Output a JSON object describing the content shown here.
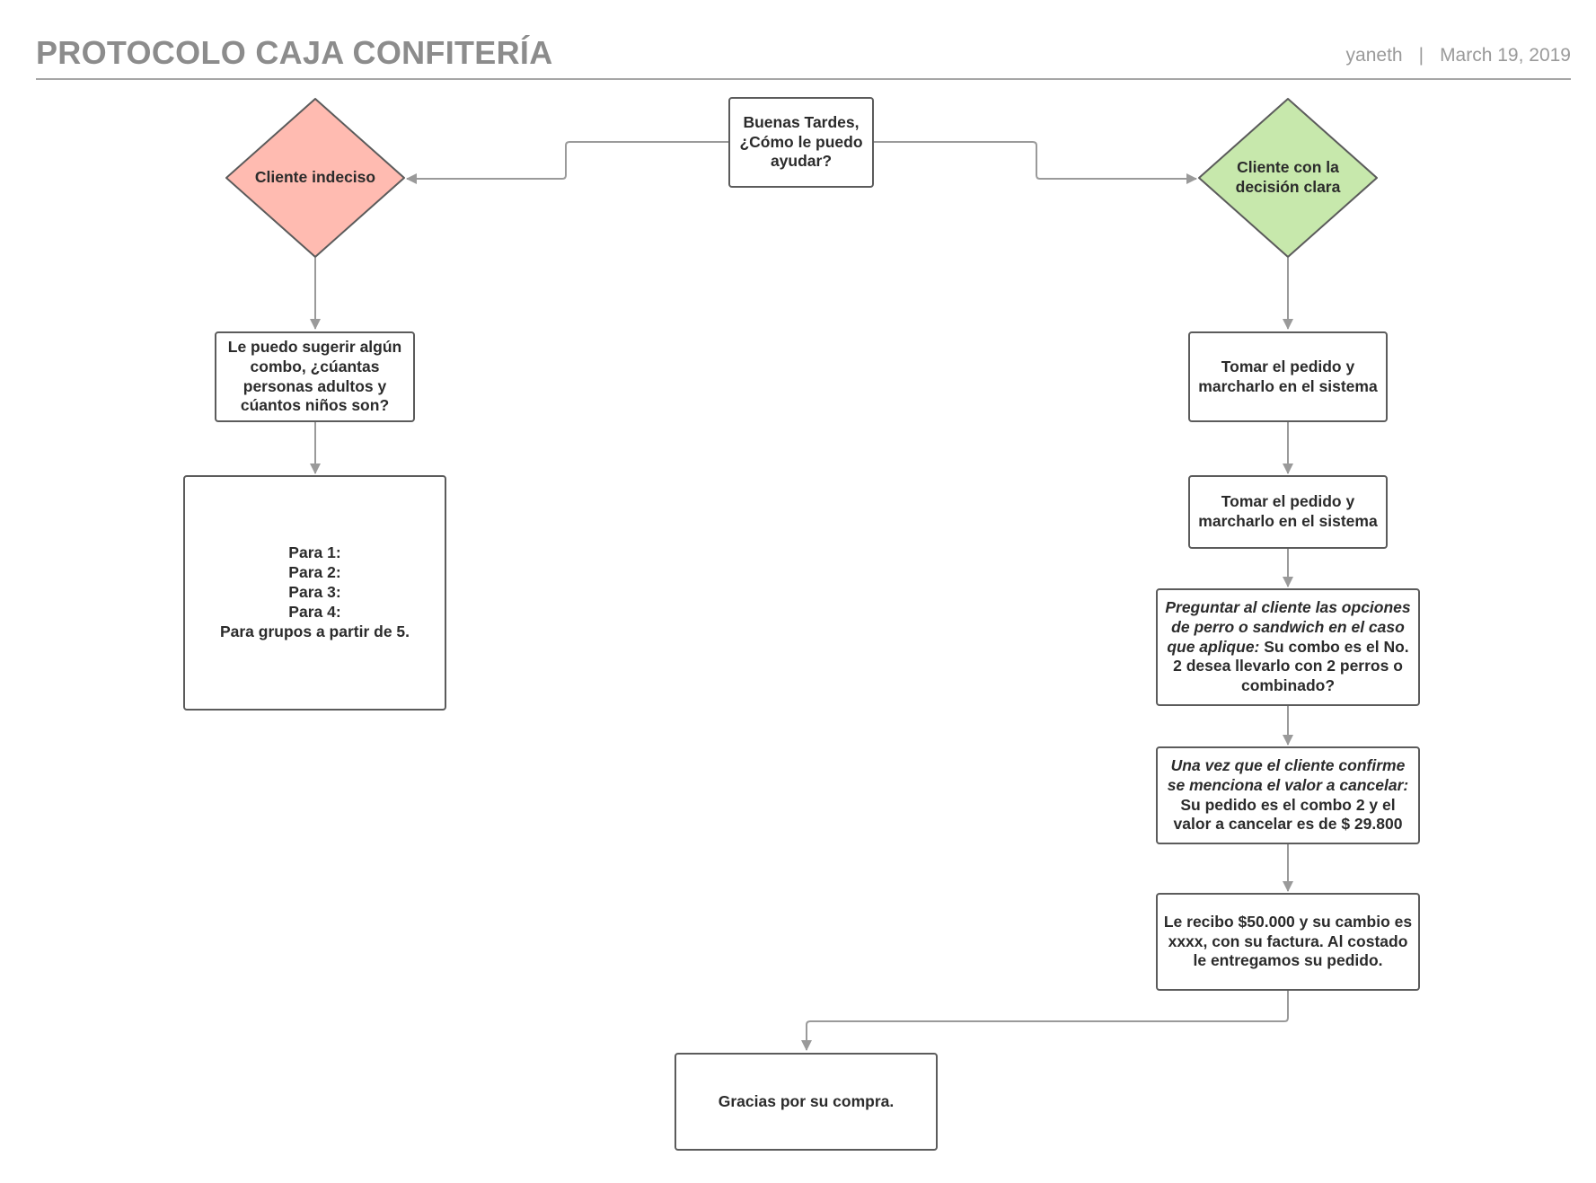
{
  "header": {
    "title": "PROTOCOLO CAJA CONFITERÍA",
    "author": "yaneth",
    "separator": "|",
    "date": "March 19, 2019"
  },
  "colors": {
    "undecided_fill": "#ffbbb1",
    "decided_fill": "#c7e8ac",
    "node_border": "#5b5b5b",
    "connector": "#9a9a9a"
  },
  "nodes": {
    "greeting": "Buenas Tardes, ¿Cómo le puedo ayudar?",
    "undecided": "Cliente indeciso",
    "decided": "Cliente con la decisión clara",
    "suggest_combo": "Le puedo sugerir algún combo, ¿cúantas personas adultos y cúantos niños son?",
    "groups": [
      "Para 1:",
      "Para 2:",
      "Para 3:",
      "Para 4:",
      "Para grupos a partir de 5."
    ],
    "take_order_1": "Tomar el pedido y marcharlo en el sistema",
    "take_order_2": "Tomar el pedido y marcharlo en el sistema",
    "ask_options": {
      "lead": "Preguntar al cliente las opciones de perro o sandwich en el caso que aplique:",
      "rest": " Su combo es el No. 2 desea llevarlo con 2 perros o combinado?"
    },
    "confirm_value": {
      "lead": "Una vez que el cliente confirme se menciona el valor a cancelar:",
      "rest": " Su pedido es el combo 2 y el valor a cancelar es de $ 29.800"
    },
    "payment": "Le recibo $50.000 y su cambio es xxxx, con su factura. Al costado le entregamos su pedido.",
    "thanks": "Gracias por su compra."
  }
}
